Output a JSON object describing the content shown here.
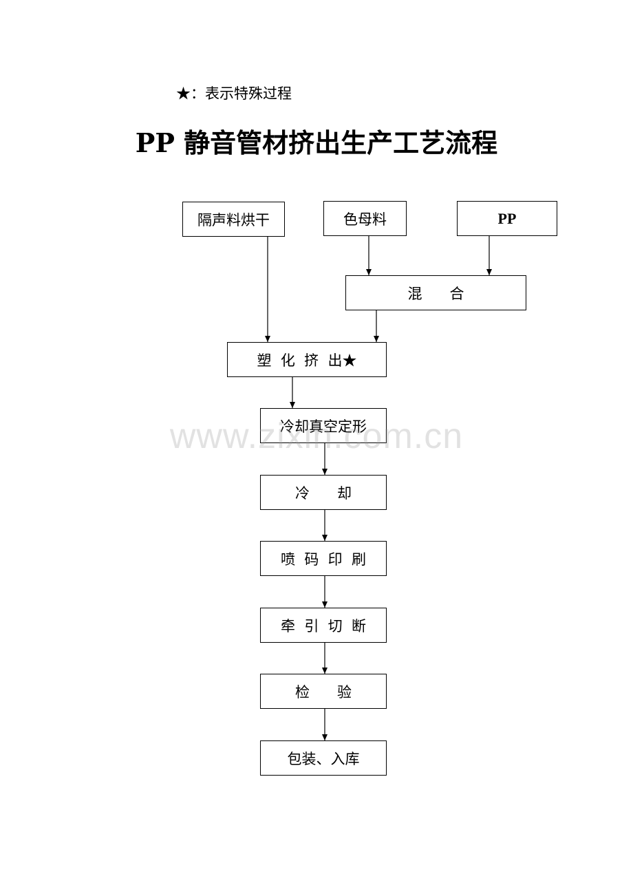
{
  "legend": {
    "text": "★：表示特殊过程"
  },
  "title": "PP 静音管材挤出生产工艺流程",
  "nodes": {
    "dry": "隔声料烘干",
    "masterbatch": "色母料",
    "pp": "PP",
    "mix": "混      合",
    "extrude": "塑  化  挤  出★",
    "vacuum": "冷却真空定形",
    "cool": "冷      却",
    "print": "喷  码  印  刷",
    "cut": "牵  引  切  断",
    "inspect": "检      验",
    "pack": "包装、入库"
  },
  "watermark": "www.zixin.com.cn",
  "edges": [
    {
      "from": "masterbatch",
      "to": "mix"
    },
    {
      "from": "pp",
      "to": "mix"
    },
    {
      "from": "dry",
      "to": "extrude"
    },
    {
      "from": "mix",
      "to": "extrude"
    },
    {
      "from": "extrude",
      "to": "vacuum"
    },
    {
      "from": "vacuum",
      "to": "cool"
    },
    {
      "from": "cool",
      "to": "print"
    },
    {
      "from": "print",
      "to": "cut"
    },
    {
      "from": "cut",
      "to": "inspect"
    },
    {
      "from": "inspect",
      "to": "pack"
    }
  ]
}
